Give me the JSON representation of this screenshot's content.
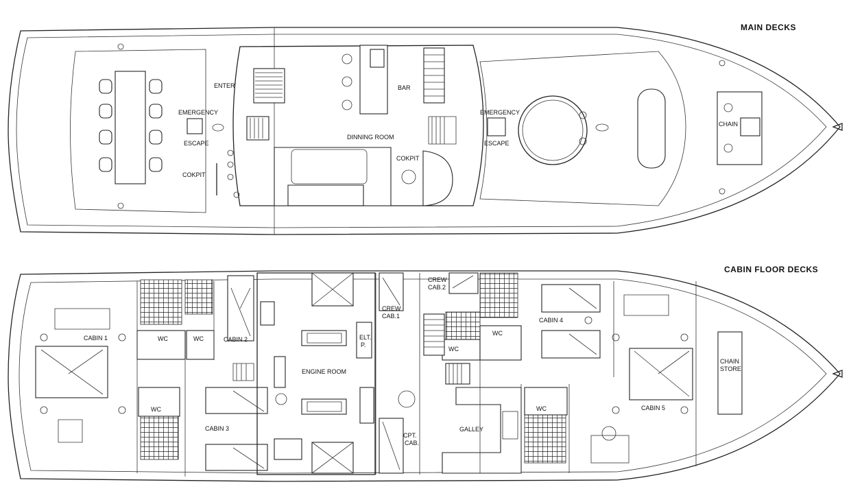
{
  "titles": {
    "main": "MAIN  DECKS",
    "cabin": "CABIN FLOOR  DECKS"
  },
  "main_deck": {
    "enter": "ENTER",
    "emergency_left": "EMERGENCY",
    "escape_left": "ESCAPE",
    "cokpit_left": "COKPIT",
    "dining": "DINNING ROOM",
    "bar": "BAR",
    "cokpit_right": "COKPIT",
    "emergency_right": "EMERGENCY",
    "escape_right": "ESCAPE",
    "chain": "CHAIN"
  },
  "cabin_deck": {
    "cabin1": "CABIN 1",
    "cabin2": "CABIN 2",
    "cabin3": "CABIN 3",
    "cabin4": "CABIN 4",
    "cabin5": "CABIN 5",
    "wc": [
      "WC",
      "WC",
      "WC",
      "WC",
      "WC",
      "WC"
    ],
    "engine_room": "ENGINE ROOM",
    "elt_p_1": "ELT.",
    "elt_p_2": "P.",
    "crew1_1": "CREW",
    "crew1_2": "CAB.1",
    "crew2_1": "CREW",
    "crew2_2": "CAB.2",
    "cpt_1": "CPT.",
    "cpt_2": "CAB.",
    "galley": "GALLEY",
    "chain_store_1": "CHAIN",
    "chain_store_2": "STORE"
  }
}
